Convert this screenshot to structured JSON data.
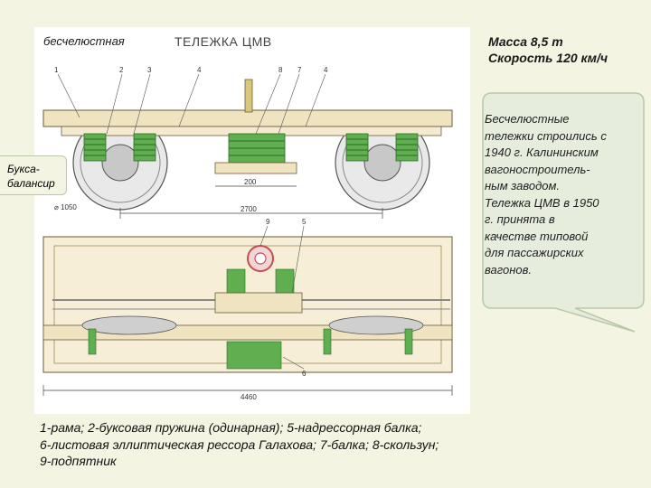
{
  "slide": {
    "subtitle": "бесчелюстная",
    "drawing_title": "ТЕЛЕЖКА ЦМВ",
    "specs": {
      "mass": "Масса 8,5 т",
      "speed": "Скорость 120 км/ч"
    },
    "callout": "Букса-\nбалансир",
    "bubble_lines": [
      "Бесчелюстные",
      "тележки строились с",
      "1940 г. Калининским",
      "вагоностроитель-",
      "ным заводом.",
      "Тележка ЦМВ в 1950",
      "г. принята в",
      "качестве типовой",
      "для пассажирских",
      "вагонов."
    ],
    "legend_lines": [
      "1-рама; 2-буксовая пружина (одинарная); 5-надрессорная балка;",
      "6-листовая эллиптическая рессора Галахова; 7-балка; 8-скользун;",
      "9-подпятник"
    ]
  },
  "drawing": {
    "part_numbers_top": [
      "1",
      "2",
      "3",
      "4",
      "8",
      "7",
      "4"
    ],
    "part_numbers_plan": [
      "9",
      "5",
      "6"
    ],
    "dimensions": {
      "inner": "200",
      "wheel_diameter": "⌀ 1050",
      "wheelbase": "2700",
      "overall_length": "4460"
    }
  },
  "colors": {
    "frame": "#f0e4c0",
    "spring": "#5fae4f",
    "wheel": "#9a9a9a",
    "slide_bg": "#f3f4e2",
    "bubble": "#e6eddc",
    "bubble_border": "#b9c8a8"
  }
}
